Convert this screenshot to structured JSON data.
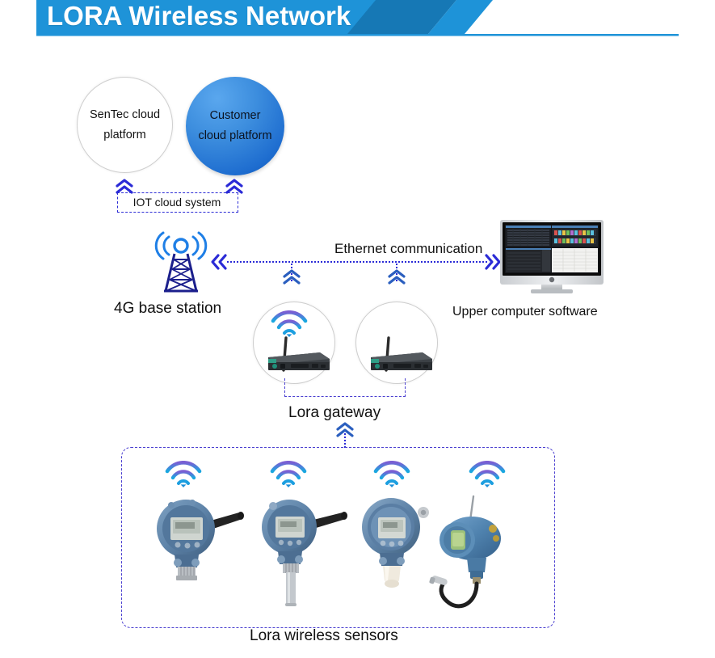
{
  "header": {
    "title": "LORA Wireless Network",
    "bar_color": "#1e93d8",
    "bar_shadow_color": "#1678b5"
  },
  "cloud_layer": {
    "sentec": {
      "line1": "SenTec cloud",
      "line2": "platform",
      "fill": "#ffffff",
      "border": "#cfcfcf"
    },
    "customer": {
      "line1": "Customer",
      "line2": "cloud platform",
      "fill": "#2a7fd6"
    },
    "group_label": "IOT cloud system"
  },
  "network_layer": {
    "base_station_label": "4G base station",
    "ethernet_label": "Ethernet communication",
    "upper_computer_label": "Upper computer software",
    "tower_icon": "cell-tower-icon",
    "monitor_icon": "desktop-monitor-icon"
  },
  "gateway_layer": {
    "label": "Lora gateway",
    "devices": [
      {
        "name": "gateway-device-1",
        "has_wifi_icon": true
      },
      {
        "name": "gateway-device-2",
        "has_wifi_icon": false
      }
    ]
  },
  "sensor_layer": {
    "label": "Lora wireless sensors",
    "sensors": [
      {
        "name": "pressure-transmitter-1",
        "probe": "threaded-flange",
        "antenna": "black-stub"
      },
      {
        "name": "temperature-transmitter-2",
        "probe": "steel-stem",
        "antenna": "black-stub"
      },
      {
        "name": "level-transmitter-3",
        "probe": "white-cone",
        "antenna": "none"
      },
      {
        "name": "cable-probe-transmitter-4",
        "probe": "cabled-rod",
        "antenna": "thin-whip"
      }
    ]
  },
  "colors": {
    "accent_blue": "#1e93d8",
    "arrow_blue": "#2b2bd6",
    "dash_violet": "#4a3fd0",
    "wifi_top": "#7a5fd3",
    "wifi_bottom": "#19a8e0",
    "tower_dark": "#1b1f8c",
    "tower_light": "#2f7fe0",
    "sensor_body": "#5f87ae"
  }
}
